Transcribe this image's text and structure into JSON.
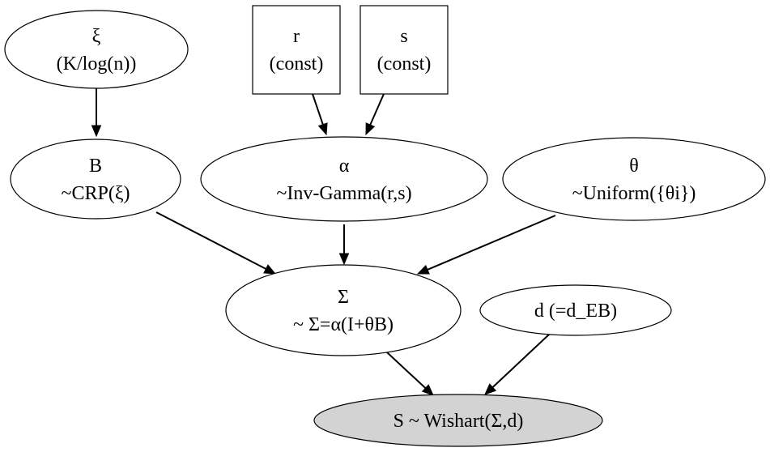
{
  "nodes": {
    "xi": {
      "line1": "ξ",
      "line2": "(K/log(n))"
    },
    "r": {
      "line1": "r",
      "line2": "(const)"
    },
    "s": {
      "line1": "s",
      "line2": "(const)"
    },
    "B": {
      "line1": "B",
      "line2": "~CRP(ξ)"
    },
    "alpha": {
      "line1": "α",
      "line2": "~Inv-Gamma(r,s)"
    },
    "theta": {
      "line1": "θ",
      "line2": "~Uniform({θi})"
    },
    "sigma": {
      "line1": "Σ",
      "line2": "~ Σ=α(I+θB)"
    },
    "d": {
      "line1": "d (=d_EB)"
    },
    "S": {
      "line1": "S ~ Wishart(Σ,d)"
    }
  },
  "edges": [
    {
      "from": "xi",
      "to": "B"
    },
    {
      "from": "r",
      "to": "alpha"
    },
    {
      "from": "s",
      "to": "alpha"
    },
    {
      "from": "B",
      "to": "sigma"
    },
    {
      "from": "alpha",
      "to": "sigma"
    },
    {
      "from": "theta",
      "to": "sigma"
    },
    {
      "from": "sigma",
      "to": "S"
    },
    {
      "from": "d",
      "to": "S"
    }
  ],
  "colors": {
    "observed_fill": "#d3d3d3",
    "default_fill": "#ffffff",
    "stroke": "#000000"
  }
}
